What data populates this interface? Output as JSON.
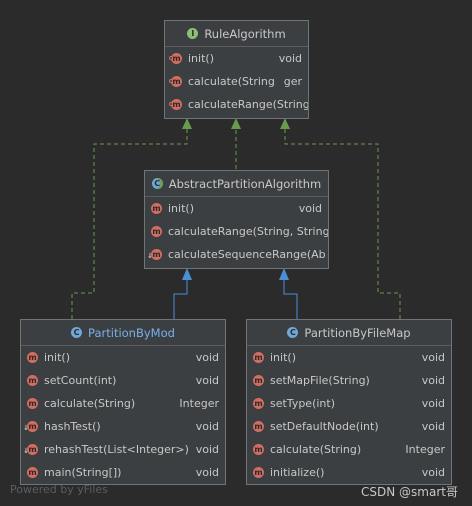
{
  "nodes": {
    "rule_algorithm": {
      "title": "RuleAlgorithm",
      "icon": "interface-icon",
      "icon_letter": "I",
      "members": [
        {
          "name": "init()",
          "type": "void"
        },
        {
          "name": "calculate(String)",
          "type": "ger"
        },
        {
          "name": "calculateRange(String",
          "type": ""
        }
      ]
    },
    "abstract_partition": {
      "title": "AbstractPartitionAlgorithm",
      "icon": "abstract-class-icon",
      "icon_letter": "C",
      "members": [
        {
          "name": "init()",
          "type": "void"
        },
        {
          "name": "calculateRange(String, String",
          "type": ""
        },
        {
          "name": "calculateSequenceRange(Ab",
          "type": ""
        }
      ]
    },
    "partition_by_mod": {
      "title": "PartitionByMod",
      "icon": "class-icon",
      "icon_letter": "C",
      "members": [
        {
          "name": "init()",
          "type": "void"
        },
        {
          "name": "setCount(int)",
          "type": "void"
        },
        {
          "name": "calculate(String)",
          "type": "Integer"
        },
        {
          "name": "hashTest()",
          "type": "void"
        },
        {
          "name": "rehashTest(List<Integer>)",
          "type": "void"
        },
        {
          "name": "main(String[])",
          "type": "void"
        }
      ]
    },
    "partition_by_file_map": {
      "title": "PartitionByFileMap",
      "icon": "class-icon",
      "icon_letter": "C",
      "members": [
        {
          "name": "init()",
          "type": "void"
        },
        {
          "name": "setMapFile(String)",
          "type": "void"
        },
        {
          "name": "setType(int)",
          "type": "void"
        },
        {
          "name": "setDefaultNode(int)",
          "type": "void"
        },
        {
          "name": "calculate(String)",
          "type": "Integer"
        },
        {
          "name": "initialize()",
          "type": "void"
        }
      ]
    }
  },
  "member_icon_letter": "m",
  "footer": {
    "left_watermark": "Powered by yFiles",
    "right_watermark": "CSDN @smart哥"
  },
  "colors": {
    "background": "#2b2b2b",
    "box": "#3c3f41",
    "realization_edge": "#6a9a4f",
    "generalization_edge": "#4a8fd4"
  }
}
